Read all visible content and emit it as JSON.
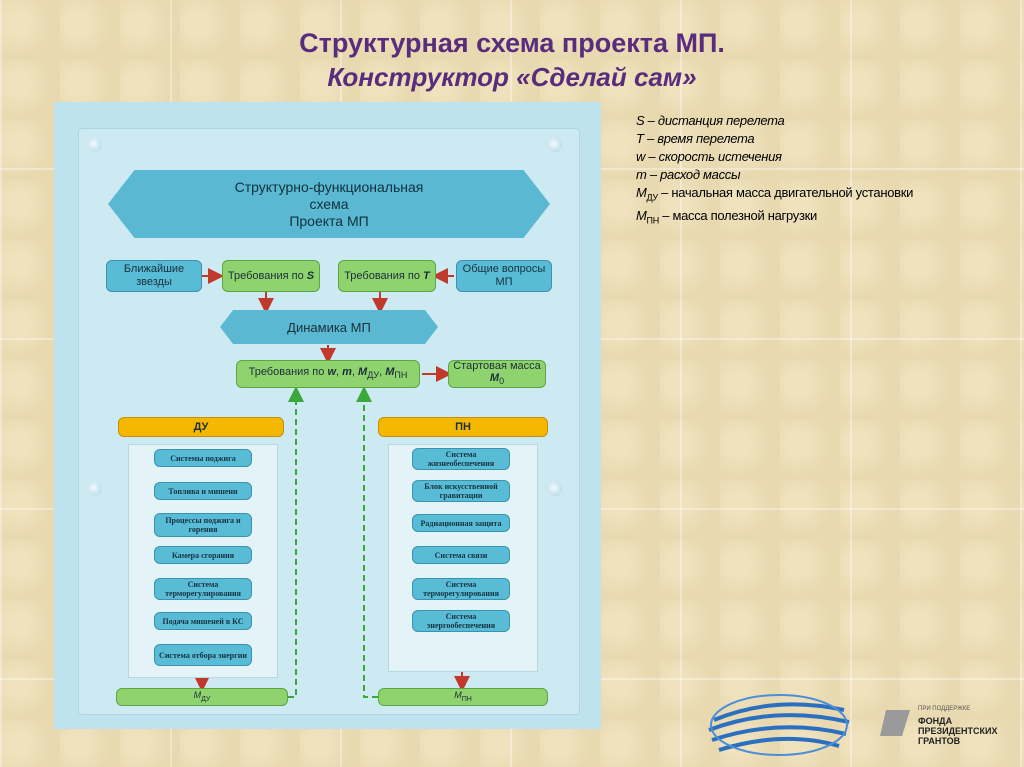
{
  "title": {
    "line1": "Структурная схема проекта МП.",
    "line2": "Конструктор «Сделай сам»"
  },
  "diagram": {
    "header": {
      "line1": "Структурно-функциональная",
      "line2": "схема",
      "line3": "Проекта МП"
    },
    "row1": {
      "nearest_stars": "Ближайшие звезды",
      "req_s_prefix": "Требования по ",
      "req_s_var": "S",
      "req_t_prefix": "Требования по ",
      "req_t_var": "T",
      "general": "Общие вопросы МП"
    },
    "dynamics": "Динамика МП",
    "requirements": {
      "prefix": "Требования по ",
      "w": "w",
      "m": "m",
      "mdu": "M",
      "mdu_sub": "ДУ",
      "mpn": "M",
      "mpn_sub": "ПН",
      "sep": ", "
    },
    "start_mass": {
      "line1": "Стартовая масса",
      "symbol": "M",
      "sub": "0"
    },
    "du": {
      "header": "ДУ",
      "items": [
        "Системы поджига",
        "Топлива и мишени",
        "Процессы поджига и горения",
        "Камера сгорания",
        "Система терморегулирования",
        "Подача мишеней в КС",
        "Система отбора энергии"
      ],
      "footer_symbol": "M",
      "footer_sub": "ДУ"
    },
    "pn": {
      "header": "ПН",
      "items": [
        "Система жизнеобеспечения",
        "Блок искусственной гравитации",
        "Радиационная защита",
        "Система связи",
        "Система терморегулирования",
        "Система энергообеспечения"
      ],
      "footer_symbol": "M",
      "footer_sub": "ПН"
    }
  },
  "legend": [
    {
      "sym": "S",
      "text": " – дистанция перелета"
    },
    {
      "sym": "T",
      "text": " – время перелета"
    },
    {
      "sym": "w",
      "text": " – скорость истечения"
    },
    {
      "sym": "m",
      "text": " – расход массы"
    },
    {
      "sym": "M",
      "sub": "ДУ",
      "text": " – начальная масса двигательной установки"
    },
    {
      "sym": "M",
      "sub": "ПН",
      "text": " – масса полезной нагрузки"
    }
  ],
  "logo": {
    "line1": "ПРИ ПОДДЕРЖКЕ",
    "line2": "ФОНДА",
    "line3": "ПРЕЗИДЕНТСКИХ",
    "line4": "ГРАНТОВ"
  },
  "colors": {
    "title": "#5a2c7e",
    "blue_box": "#58bcd6",
    "green_box": "#8fd36f",
    "orange_box": "#f5b800",
    "arrow_red": "#c0392b",
    "dashed_green": "#3aa83a"
  }
}
